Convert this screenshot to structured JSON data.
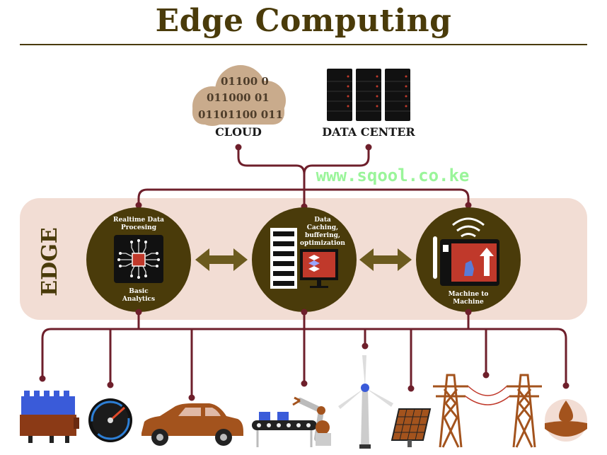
{
  "title": "Edge Computing",
  "watermark": "www.sqool.co.ke",
  "top": {
    "cloud_label": "CLOUD",
    "cloud_binary": [
      "01100 0",
      "011000 01",
      "01101100 011"
    ],
    "datacenter_label": "DATA CENTER"
  },
  "edge": {
    "label": "EDGE",
    "nodes": [
      {
        "top_line1": "Realtime Data",
        "top_line2": "Procesing",
        "bottom_line1": "Basic",
        "bottom_line2": "Analytics"
      },
      {
        "line1": "Data",
        "line2": "Caching,",
        "line3": "buffering,",
        "line4": "optimization"
      },
      {
        "line1": "Machine to",
        "line2": "Machine"
      }
    ]
  },
  "devices": [
    "engine-device",
    "gauge-device",
    "car-device",
    "robot-arm-device",
    "wind-turbine-device",
    "solar-panel-device",
    "power-tower-left-device",
    "power-tower-right-device",
    "water-drop-device"
  ],
  "colors": {
    "title": "#4a3b0a",
    "line": "#6e1f2b",
    "node_fill": "#4a3b0a",
    "edge_band": "#f2ddd4",
    "arrow": "#6b5a1e",
    "cloud": "#c9ab8c",
    "accent_red": "#c0392b",
    "watermark": "#9af59a"
  }
}
